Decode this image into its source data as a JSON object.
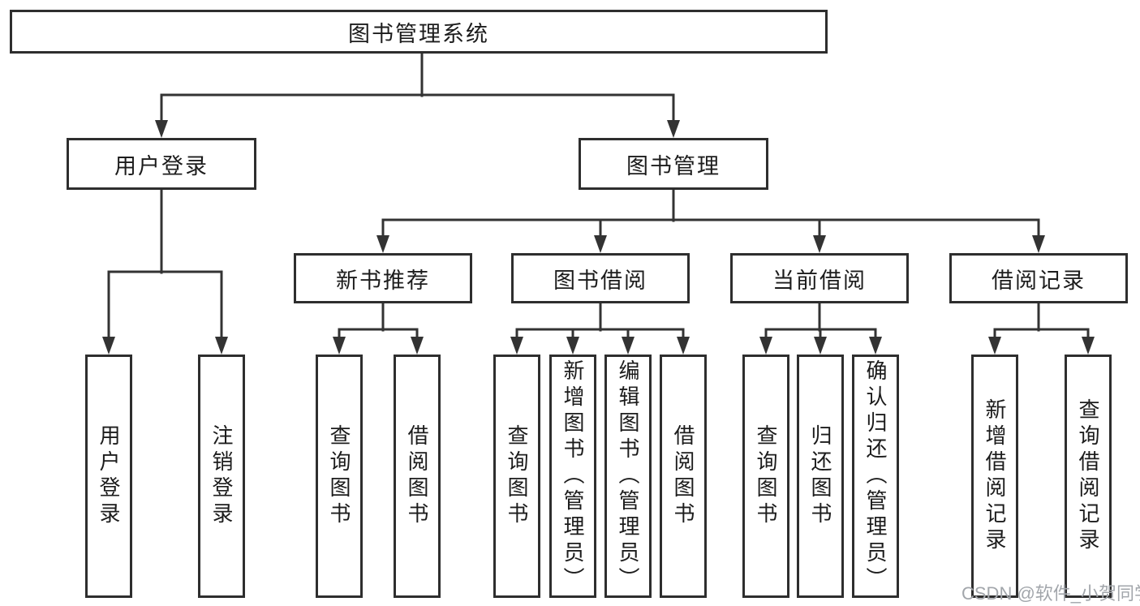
{
  "root": {
    "label": "图书管理系统"
  },
  "level2": [
    {
      "label": "用户登录"
    },
    {
      "label": "图书管理"
    }
  ],
  "login_children": [
    {
      "label": "用户登录"
    },
    {
      "label": "注销登录"
    }
  ],
  "level3": [
    {
      "label": "新书推荐"
    },
    {
      "label": "图书借阅"
    },
    {
      "label": "当前借阅"
    },
    {
      "label": "借阅记录"
    }
  ],
  "recommend_children": [
    {
      "label": "查询图书"
    },
    {
      "label": "借阅图书"
    }
  ],
  "borrow_children": [
    {
      "label": "查询图书"
    },
    {
      "label": "新增图书（管理员）"
    },
    {
      "label": "编辑图书（管理员）"
    },
    {
      "label": "借阅图书"
    }
  ],
  "current_children": [
    {
      "label": "查询图书"
    },
    {
      "label": "归还图书"
    },
    {
      "label": "确认归还（管理员）"
    }
  ],
  "record_children": [
    {
      "label": "新增借阅记录"
    },
    {
      "label": "查询借阅记录"
    }
  ],
  "watermark": {
    "text": "CSDN @软件_小贺同学"
  },
  "colors": {
    "line": "#333333",
    "box_border": "#2e2e2e",
    "box_background": "#ffffff",
    "text": "#1c1c1c",
    "watermark": "#a2a6ab"
  }
}
